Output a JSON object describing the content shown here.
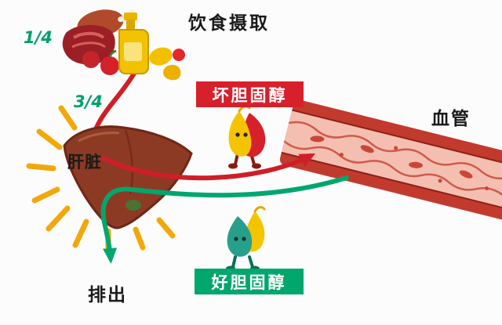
{
  "diagram": {
    "labels": {
      "diet_intake": "饮食摄取",
      "one_quarter": "1/4",
      "three_quarters": "3/4",
      "liver": "肝脏",
      "bad_cholesterol": "坏胆固醇",
      "good_cholesterol": "好胆固醇",
      "blood_vessel": "血管",
      "excretion": "排出"
    },
    "colors": {
      "red_arrow": "#cf1f26",
      "green_arrow": "#00a76d",
      "bad_badge_bg": "#d6202b",
      "bad_badge_text": "#ffffff",
      "good_badge_bg": "#00a76d",
      "good_badge_text": "#ffffff",
      "fraction_text": "#00a06a",
      "liver_fill": "#8d3a24",
      "sun_ray": "#f2a80a",
      "vessel_wall": "#c23a2e",
      "vessel_lumen": "#f4bfb1",
      "background": "#fcfcfc"
    }
  }
}
